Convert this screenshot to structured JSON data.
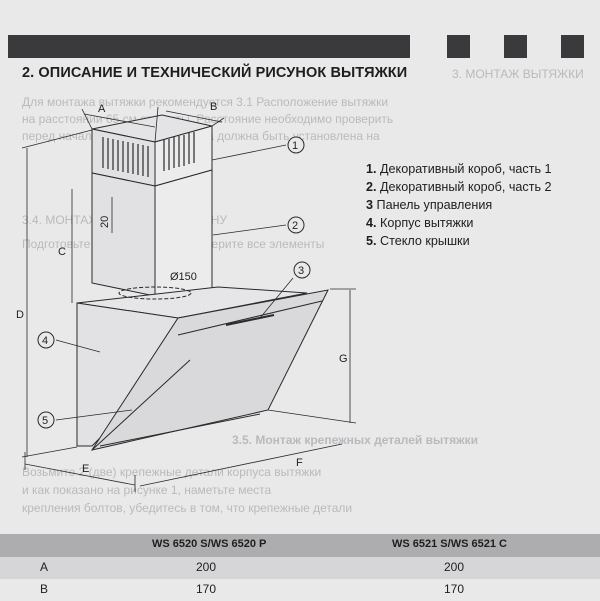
{
  "header": {
    "title": "2. ОПИСАНИЕ И ТЕХНИЧЕСКИЙ РИСУНОК ВЫТЯЖКИ"
  },
  "ghost_text": {
    "right_heading": "3. МОНТАЖ ВЫТЯЖКИ",
    "line1": "Для монтажа вытяжки рекомендуется 3.1 Расположение вытяжки",
    "line2": "на расстоянии 65 см от плиты. Расстояние необходимо проверить",
    "line3": "перед началом монтажа. Вытяжка должна быть установлена на",
    "section": "3.4. МОНТАЖ ВЫТЯЖКИ НА СТЕНУ",
    "line4": "Подготовьте стену к монтажу. Соберите все элементы",
    "bottom_heading": "3.5. Монтаж крепежных деталей вытяжки",
    "line5": "Возьмите 2 (две) крепежные детали корпуса вытяжки",
    "line6": "и как показано на рисунке 1, наметьте места",
    "line7": "крепления болтов, убедитесь в том, что крепежные детали"
  },
  "legend": [
    {
      "num": "1.",
      "text": "Декоративный короб, часть 1"
    },
    {
      "num": "2.",
      "text": "Декоративный короб, часть 2"
    },
    {
      "num": "3",
      "text": "Панель управления"
    },
    {
      "num": "4.",
      "text": "Корпус вытяжки"
    },
    {
      "num": "5.",
      "text": "Стекло крышки"
    }
  ],
  "diagram": {
    "dim_a": "A",
    "dim_b": "B",
    "dim_c": "C",
    "dim_d": "D",
    "dim_e": "E",
    "dim_f": "F",
    "dim_g": "G",
    "dim_20": "20",
    "diameter": "Ø150",
    "callout_1": "1",
    "callout_2": "2",
    "callout_3": "3",
    "callout_4": "4",
    "callout_5": "5"
  },
  "table": {
    "headers": [
      "WS 6520 S/WS 6520 P",
      "WS 6521 S/WS 6521 C"
    ],
    "rows": [
      {
        "label": "A",
        "values": [
          "200",
          "200"
        ]
      },
      {
        "label": "B",
        "values": [
          "170",
          "170"
        ]
      }
    ]
  }
}
